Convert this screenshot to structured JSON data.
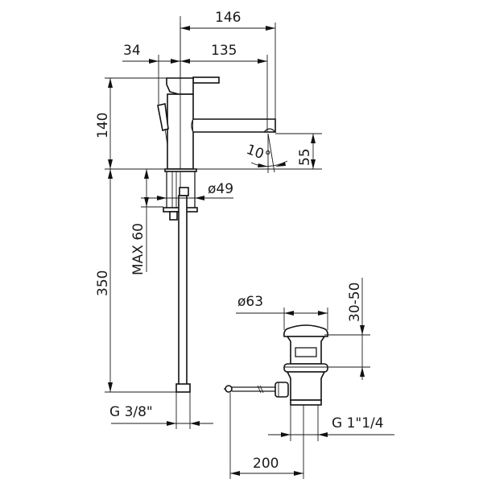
{
  "drawing": {
    "title": "Single-lever basin mixer technical drawing",
    "faucet": {
      "dimensions": {
        "overall_reach": "146",
        "spout_reach": "135",
        "lever_offset": "34",
        "body_height": "140",
        "spout_clearance": "55",
        "spout_angle": "10°",
        "base_diameter": "ø49",
        "max_deck_thickness": "MAX 60",
        "supply_hose_length": "350",
        "supply_thread": "G 3/8\""
      }
    },
    "waste": {
      "dimensions": {
        "plug_diameter": "ø63",
        "adjustment_range": "30-50",
        "waste_thread": "G 1\"1/4",
        "rod_distance": "200"
      }
    },
    "colors": {
      "line": "#1a1a1a",
      "background": "#ffffff"
    }
  }
}
